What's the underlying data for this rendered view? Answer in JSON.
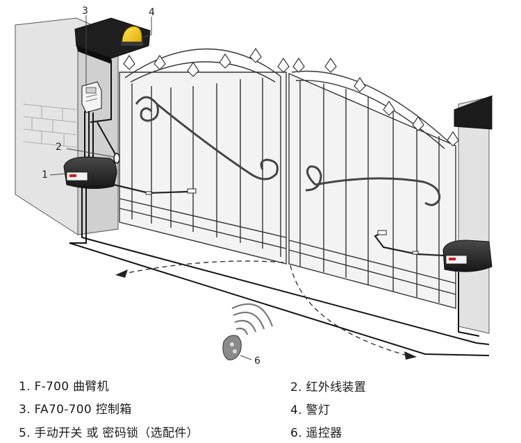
{
  "diagram": {
    "callouts": [
      "3",
      "4",
      "2",
      "1",
      "6"
    ],
    "legend": [
      "1. F-700 曲臂机",
      "2. 红外线装置",
      "3. FA70-700 控制箱",
      "4. 警灯",
      "5. 手动开关 或 密码锁（选配件）",
      "6. 遥控器"
    ]
  }
}
